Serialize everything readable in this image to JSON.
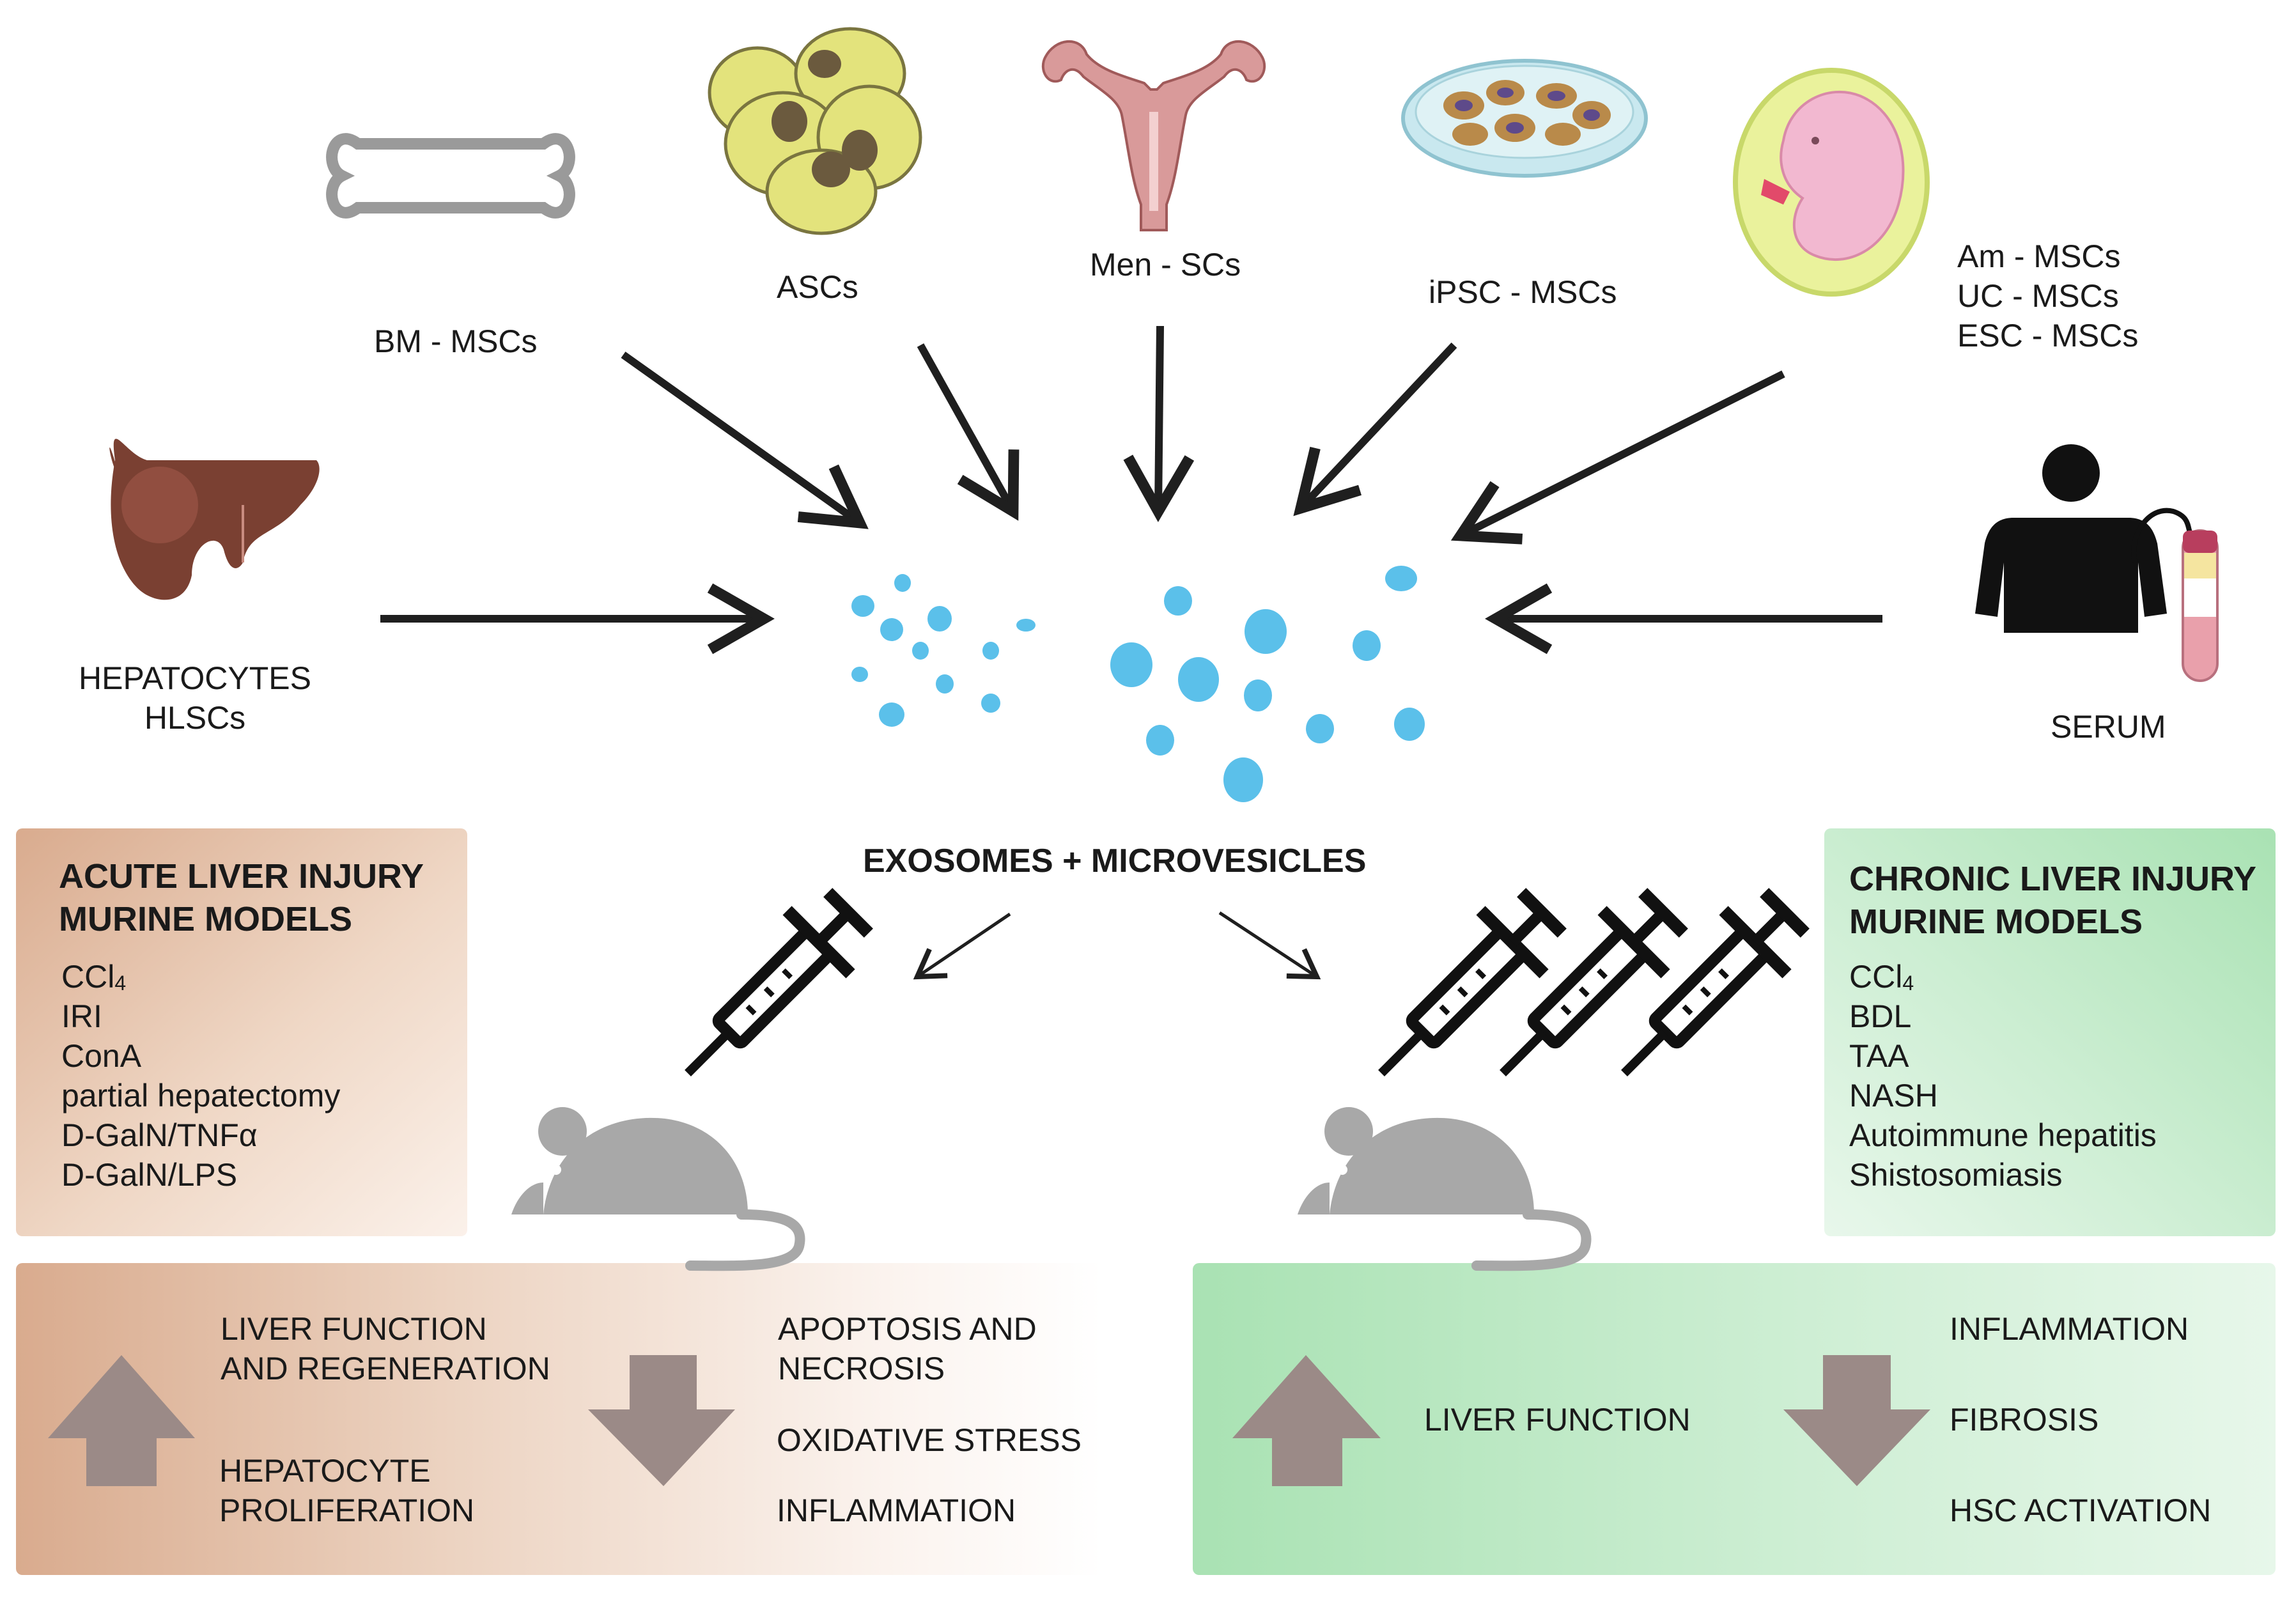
{
  "sources": {
    "bm": "BM - MSCs",
    "ascs": "ASCs",
    "men": "Men - SCs",
    "ipsc": "iPSC - MSCs",
    "am": "Am - MSCs",
    "uc": "UC - MSCs",
    "esc": "ESC - MSCs",
    "hepatocytes": "HEPATOCYTES",
    "hlscs": "HLSCs",
    "serum": "SERUM"
  },
  "center_label": "EXOSOMES + MICROVESICLES",
  "acute": {
    "title_line1": "ACUTE LIVER INJURY",
    "title_line2": "MURINE MODELS",
    "models": [
      "CCl",
      "IRI",
      "ConA",
      "partial hepatectomy",
      "D-GalN/TNFα",
      "D-GalN/LPS"
    ],
    "ccl_subscript": "4",
    "up_line1": "LIVER FUNCTION",
    "up_line2": "AND REGENERATION",
    "up2_line1": "HEPATOCYTE",
    "up2_line2": "PROLIFERATION",
    "down1_line1": "APOPTOSIS AND",
    "down1_line2": "NECROSIS",
    "down2": "OXIDATIVE STRESS",
    "down3": "INFLAMMATION"
  },
  "chronic": {
    "title_line1": "CHRONIC LIVER INJURY",
    "title_line2": "MURINE MODELS",
    "models": [
      "CCl",
      "BDL",
      "TAA",
      "NASH",
      "Autoimmune hepatitis",
      "Shistosomiasis"
    ],
    "ccl_subscript": "4",
    "up1": "LIVER FUNCTION",
    "down1": "INFLAMMATION",
    "down2": "FIBROSIS",
    "down3": "HSC ACTIVATION"
  },
  "colors": {
    "vesicle": "#5bc0ea",
    "arrow": "#1f1f1f",
    "big_arrow": "#9b8a87",
    "mouse": "#a8a8a8",
    "acute_fill": "#d9ab8e",
    "chronic_fill": "#a9e2b3"
  }
}
